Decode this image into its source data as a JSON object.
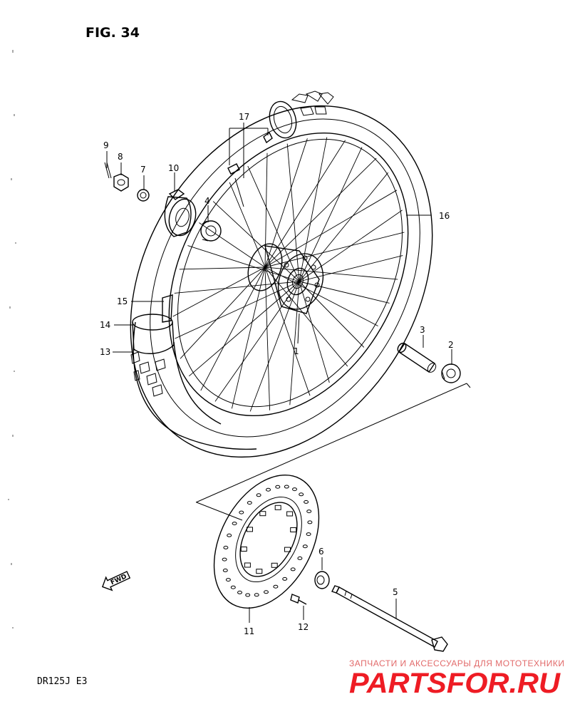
{
  "figure_title": "FIG. 34",
  "model_code": "DR125J  E3",
  "watermark": {
    "tagline": "ЗАПЧАСТИ И АКСЕССУАРЫ ДЛЯ МОТОТЕХНИКИ",
    "brand": "PARTSFOR.RU"
  },
  "direction_marker": "FWD",
  "callouts": [
    {
      "number": "1"
    },
    {
      "number": "2"
    },
    {
      "number": "3"
    },
    {
      "number": "4"
    },
    {
      "number": "5"
    },
    {
      "number": "6"
    },
    {
      "number": "7"
    },
    {
      "number": "8"
    },
    {
      "number": "9"
    },
    {
      "number": "10"
    },
    {
      "number": "11"
    },
    {
      "number": "12"
    },
    {
      "number": "13"
    },
    {
      "number": "14"
    },
    {
      "number": "15"
    },
    {
      "number": "16"
    },
    {
      "number": "17"
    }
  ]
}
